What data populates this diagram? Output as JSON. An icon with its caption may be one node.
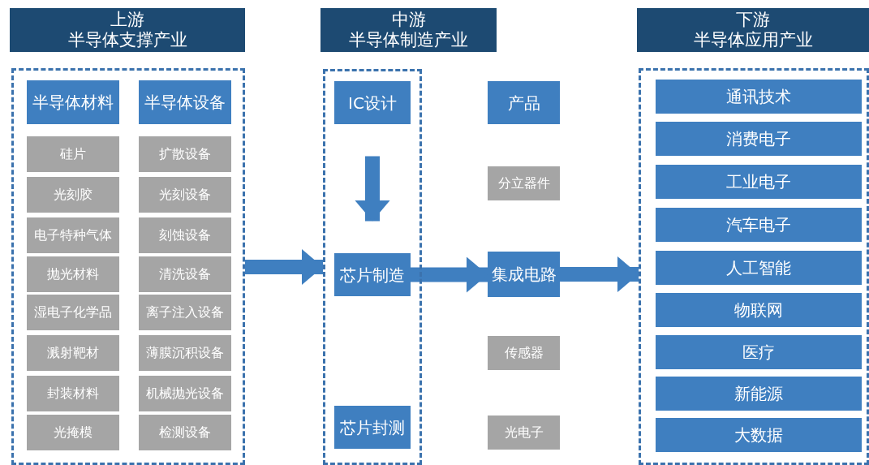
{
  "diagram": {
    "nodes": [
      {
        "text": [
          "上游",
          "半导体支撑产业"
        ]
      },
      {
        "text": [],
        "shape": "box"
      },
      {
        "text": [
          "半导体材料"
        ],
        "in": 1
      },
      {
        "text": [
          "半导体设备"
        ],
        "in": 1
      },
      {
        "text": [
          "硅片"
        ],
        "in": 1
      },
      {
        "text": [
          "扩散设备"
        ],
        "in": 1
      },
      {
        "text": [
          "光刻胶"
        ],
        "in": 1
      },
      {
        "text": [
          "光刻设备"
        ],
        "in": 1
      },
      {
        "text": [
          "电子特种气体"
        ],
        "in": 1
      },
      {
        "text": [
          "刻蚀设备"
        ],
        "in": 1
      },
      {
        "text": [
          "抛光材料"
        ],
        "in": 1
      },
      {
        "text": [
          "清洗设备"
        ],
        "in": 1
      },
      {
        "text": [
          "湿电子化学品"
        ],
        "in": 1
      },
      {
        "text": [
          "离子注入设备"
        ],
        "in": 1
      },
      {
        "text": [
          "溅射靶材"
        ],
        "in": 1
      },
      {
        "text": [
          "薄膜沉积设备"
        ],
        "in": 1
      },
      {
        "text": [
          "封装材料"
        ],
        "in": 1
      },
      {
        "text": [
          "机械抛光设备"
        ],
        "in": 1
      },
      {
        "text": [
          "光掩模"
        ],
        "in": 1
      },
      {
        "text": [
          "检测设备"
        ],
        "in": 1
      },
      {
        "text": [
          "中游",
          "半导体制造产业"
        ]
      },
      {
        "text": [],
        "shape": "box"
      },
      {
        "text": [
          "IC设计"
        ],
        "in": 21
      },
      {
        "text": [
          "芯片制造"
        ],
        "in": 21
      },
      {
        "text": [
          "芯片封测"
        ],
        "in": 21
      },
      {
        "text": [
          "产品"
        ]
      },
      {
        "text": [
          "分立器件"
        ]
      },
      {
        "text": [
          "集成电路"
        ]
      },
      {
        "text": [
          "传感器"
        ]
      },
      {
        "text": [
          "光电子"
        ]
      },
      {
        "text": [
          "下游",
          "半导体应用产业"
        ]
      },
      {
        "text": [],
        "shape": "box"
      },
      {
        "text": [
          "通讯技术"
        ],
        "in": 31
      },
      {
        "text": [
          "消费电子"
        ],
        "in": 31
      },
      {
        "text": [
          "工业电子"
        ],
        "in": 31
      },
      {
        "text": [
          "汽车电子"
        ],
        "in": 31
      },
      {
        "text": [
          "人工智能"
        ],
        "in": 31
      },
      {
        "text": [
          "物联网"
        ],
        "in": 31
      },
      {
        "text": [
          "医疗"
        ],
        "in": 31
      },
      {
        "text": [
          "新能源"
        ],
        "in": 31
      },
      {
        "text": [
          "大数据"
        ],
        "in": 31
      }
    ],
    "edges": [
      {
        "from": 1,
        "to": 21,
        "arrow": "to"
      },
      {
        "from": 22,
        "to": 23,
        "arrow": "to"
      },
      {
        "from": 23,
        "to": 27,
        "arrow": "to"
      },
      {
        "from": 27,
        "to": 31,
        "arrow": "to"
      }
    ]
  }
}
